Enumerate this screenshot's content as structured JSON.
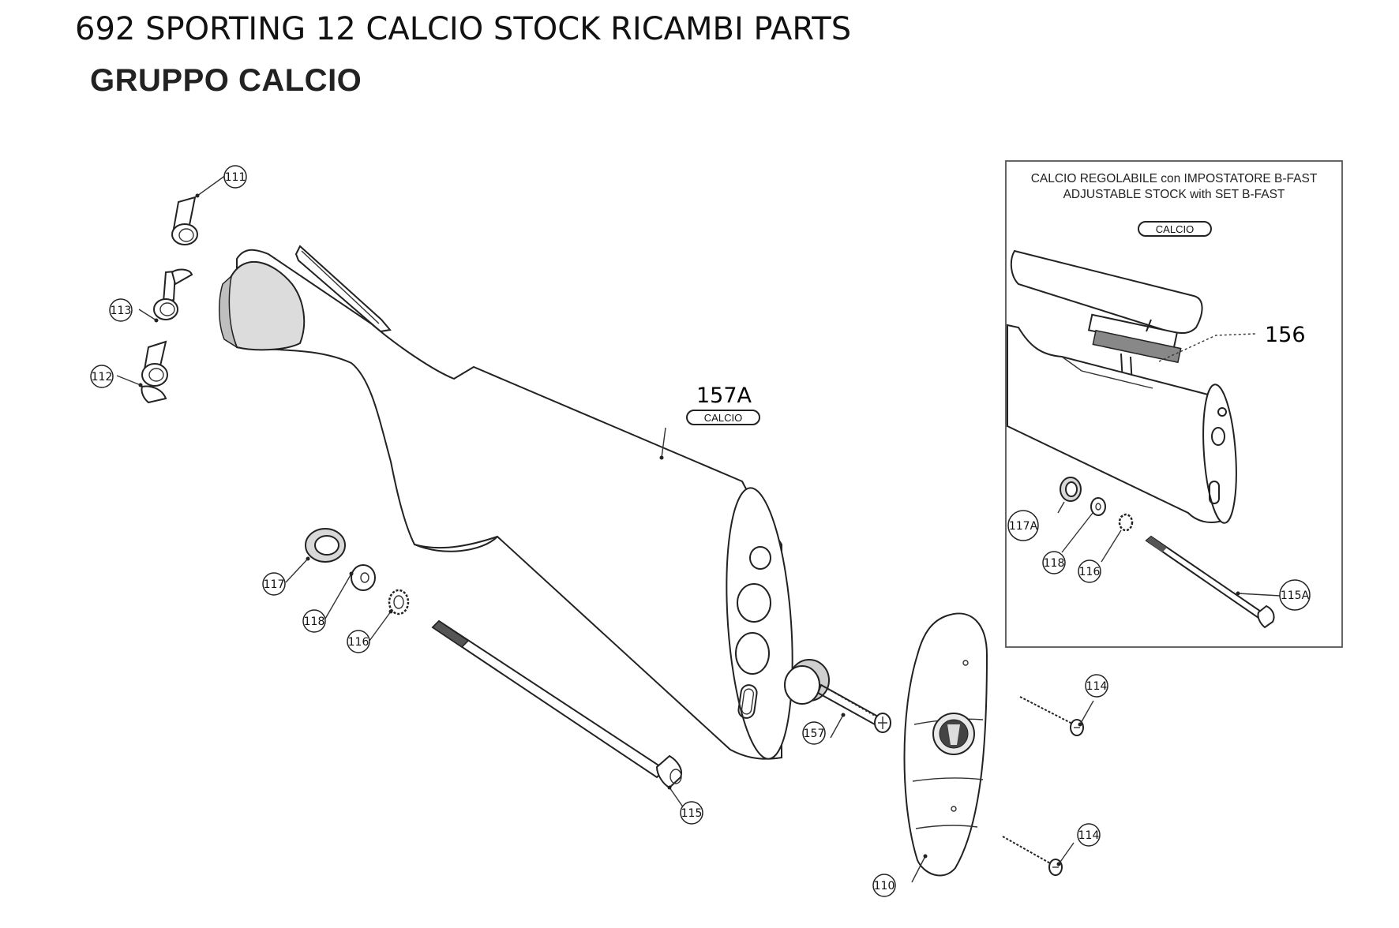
{
  "header": {
    "title": "692 SPORTING 12 CALCIO STOCK RICAMBI PARTS",
    "group": "GRUPPO CALCIO"
  },
  "main_part": {
    "number": "157A",
    "tag": "CALCIO"
  },
  "inset": {
    "line1": "CALCIO REGOLABILE con IMPOSTATORE B-FAST",
    "line2": "ADJUSTABLE STOCK with SET B-FAST",
    "tag": "CALCIO",
    "part_156": "156"
  },
  "callouts": {
    "p111": "111",
    "p113": "113",
    "p112": "112",
    "p117": "117",
    "p118": "118",
    "p116": "116",
    "p115": "115",
    "p157": "157",
    "p110": "110",
    "p114a": "114",
    "p114b": "114",
    "p117A": "117A",
    "p118i": "118",
    "p116i": "116",
    "p115A": "115A"
  }
}
